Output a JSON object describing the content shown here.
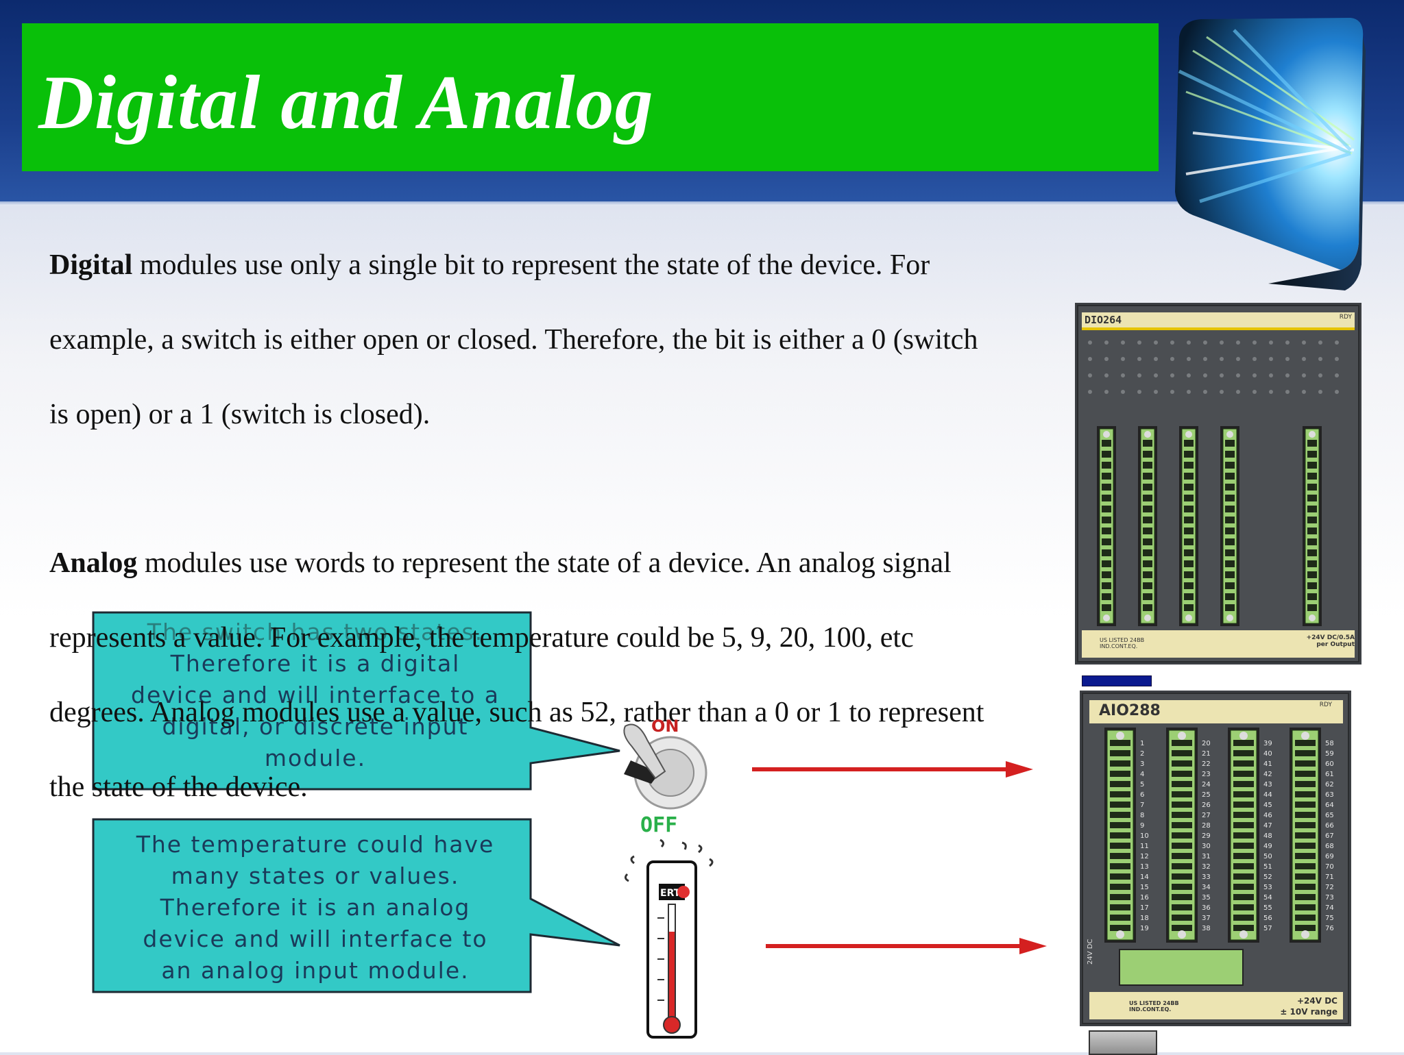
{
  "slide": {
    "title": "Digital and Analog",
    "paragraph1": {
      "bold": "Digital",
      "line1_rest": " modules use only a single bit to represent the state of the device. For",
      "line2": "example, a switch is either open or closed. Therefore, the bit is either a 0 (switch",
      "line3": "is open) or a 1 (switch is closed)."
    },
    "paragraph2": {
      "bold": "Analog",
      "line1_rest": " modules use words to represent the state of a device. An analog signal",
      "line2": "represents a value. For example, the temperature could be 5, 9, 20, 100, etc",
      "line3": "degrees. Analog modules use a value, such as 52, rather than a 0 or 1 to represent",
      "line4": "the state of the device."
    }
  },
  "callouts": {
    "digital": {
      "line1": "The switch has two states.",
      "line2": "Therefore it is a digital",
      "line3": "device and will interface to a",
      "line4": "digital, or discrete input",
      "line5": "module."
    },
    "analog": {
      "line1": "The temperature could have",
      "line2": "many states or values.",
      "line3": "Therefore it is an analog",
      "line4": "device and will interface to",
      "line5": "an analog input module."
    }
  },
  "switch": {
    "on_label": "ON",
    "off_label": "OFF"
  },
  "thermometer": {
    "face_label": "ERT"
  },
  "digital_module": {
    "model": "DIO264",
    "status": "RDY",
    "footer_left": "US LISTED 24BB IND.CONT.EQ.",
    "footer_right": "+24V DC/0.5A per Output"
  },
  "analog_module": {
    "model": "AIO288",
    "status": "RDY",
    "side_label": "24V DC",
    "footer_left": "US LISTED 24BB IND.CONT.EQ.",
    "footer_right_1": "+24V DC",
    "footer_right_2": "± 10V range",
    "column_numbers": [
      [
        "1",
        "2",
        "3",
        "4",
        "5",
        "6",
        "7",
        "8",
        "9",
        "10",
        "11",
        "12",
        "13",
        "14",
        "15",
        "16",
        "17",
        "18",
        "19"
      ],
      [
        "20",
        "21",
        "22",
        "23",
        "24",
        "25",
        "26",
        "27",
        "28",
        "29",
        "30",
        "31",
        "32",
        "33",
        "34",
        "35",
        "36",
        "37",
        "38"
      ],
      [
        "39",
        "40",
        "41",
        "42",
        "43",
        "44",
        "45",
        "46",
        "47",
        "48",
        "49",
        "50",
        "51",
        "52",
        "53",
        "54",
        "55",
        "56",
        "57"
      ],
      [
        "58",
        "59",
        "60",
        "61",
        "62",
        "63",
        "64",
        "65",
        "66",
        "67",
        "68",
        "69",
        "70",
        "71",
        "72",
        "73",
        "74",
        "75",
        "76"
      ]
    ]
  },
  "colors": {
    "title_bar": "#09c009",
    "header_band": "#1b3f8c",
    "callout_fill": "#33c9c6",
    "arrow": "#d42020",
    "module_body": "#4b4e52",
    "connector": "#9ccf74"
  }
}
